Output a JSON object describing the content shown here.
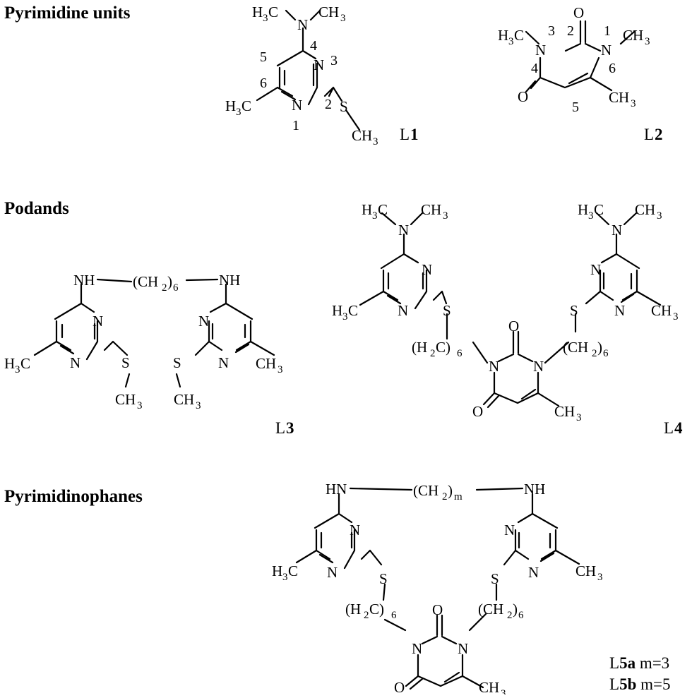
{
  "sections": {
    "units_heading": "Pyrimidine units",
    "podands_heading": "Podands",
    "phanes_heading": "Pyrimidinophanes"
  },
  "atoms": {
    "N": "N",
    "NH": "NH",
    "HN": "HN",
    "S": "S",
    "O": "O",
    "H3C": "H",
    "CH3": "CH",
    "sub3": "3",
    "chain_open": "(CH",
    "chain_close": ")",
    "sub2": "2",
    "sub6": "6",
    "sub_m": "m",
    "h2c_open": "(H",
    "h2c_close": "C)"
  },
  "ring_numbers": [
    "1",
    "2",
    "3",
    "4",
    "5",
    "6"
  ],
  "labels": {
    "L1_prefix": "L",
    "L1_bold": "1",
    "L2_prefix": "L",
    "L2_bold": "2",
    "L3_prefix": "L",
    "L3_bold": "3",
    "L4_prefix": "L",
    "L4_bold": "4",
    "L5a_prefix": "L",
    "L5a_bold": "5a",
    "L5a_suffix": " m=3",
    "L5b_prefix": "L",
    "L5b_bold": "5b",
    "L5b_suffix": " m=5"
  }
}
